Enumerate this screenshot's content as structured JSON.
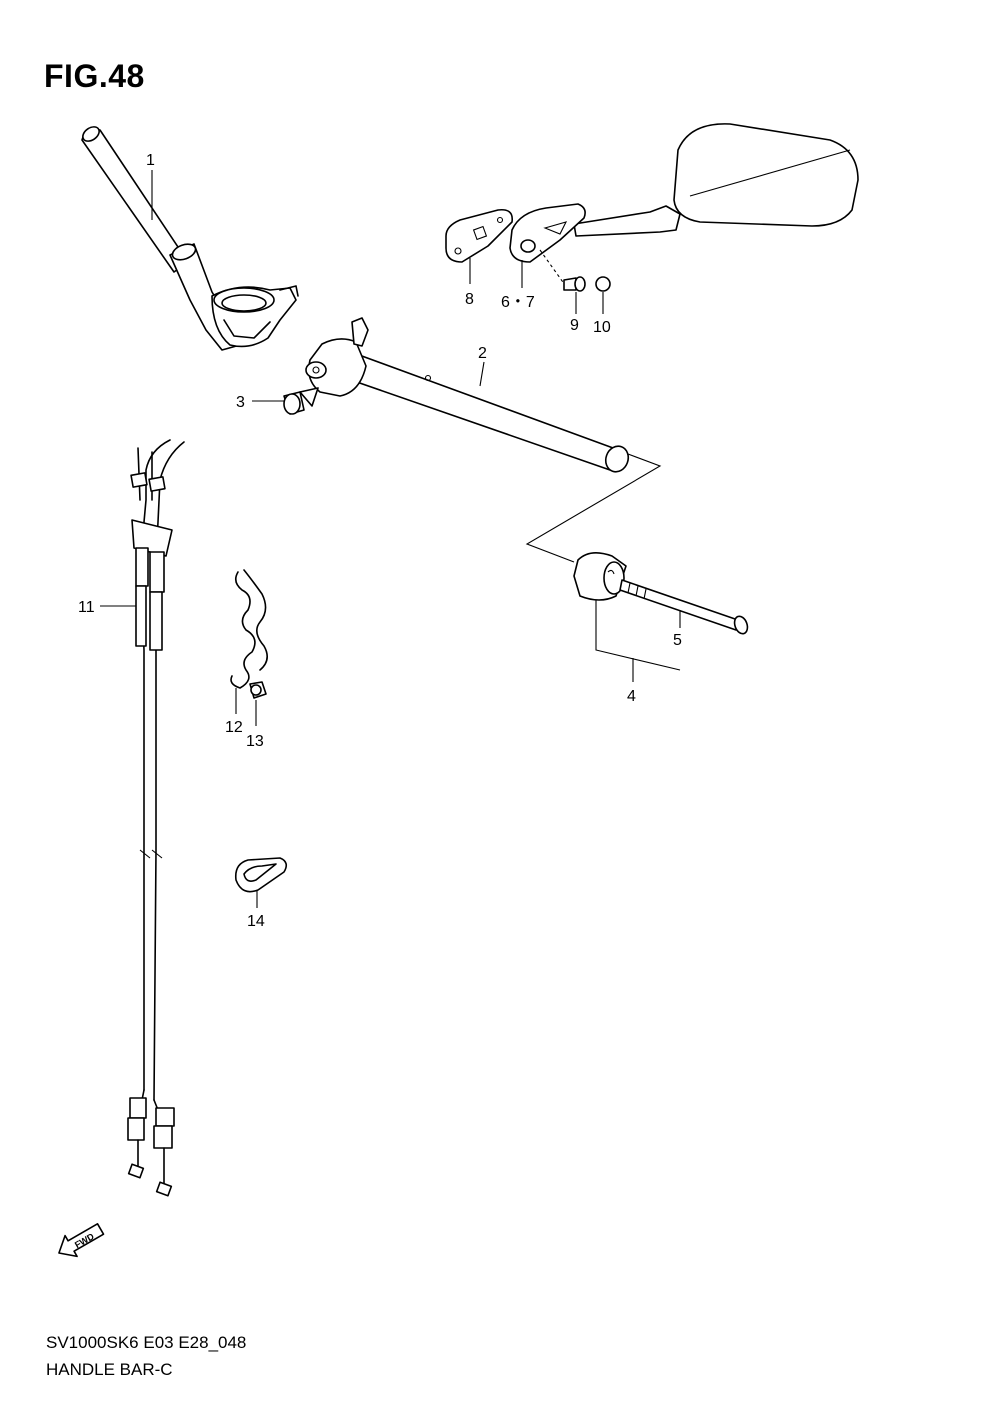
{
  "title": "FIG.48",
  "footer": {
    "code": "SV1000SK6 E03 E28_048",
    "name": "HANDLE BAR-C"
  },
  "fwd_label": "FWD",
  "callouts": {
    "c1": "1",
    "c2": "2",
    "c3": "3",
    "c4": "4",
    "c5": "5",
    "c67": "6・7",
    "c8": "8",
    "c9": "9",
    "c10": "10",
    "c11": "11",
    "c12": "12",
    "c13": "13",
    "c14": "14"
  }
}
